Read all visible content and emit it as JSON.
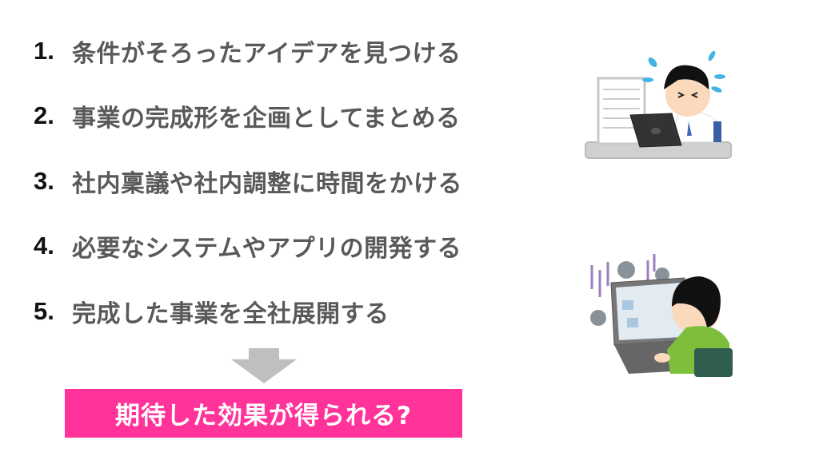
{
  "steps": [
    {
      "number": "1.",
      "text": "条件がそろったアイデアを見つける"
    },
    {
      "number": "2.",
      "text": "事業の完成形を企画としてまとめる"
    },
    {
      "number": "3.",
      "text": "社内稟議や社内調整に時間をかける"
    },
    {
      "number": "4.",
      "text": "必要なシステムやアプリの開発する"
    },
    {
      "number": "5.",
      "text": "完成した事業を全社展開する"
    }
  ],
  "result": {
    "text": "期待した効果が得られる?"
  },
  "colors": {
    "accent": "#ff3399",
    "text": "#595959",
    "arrow": "#bfbfbf"
  }
}
